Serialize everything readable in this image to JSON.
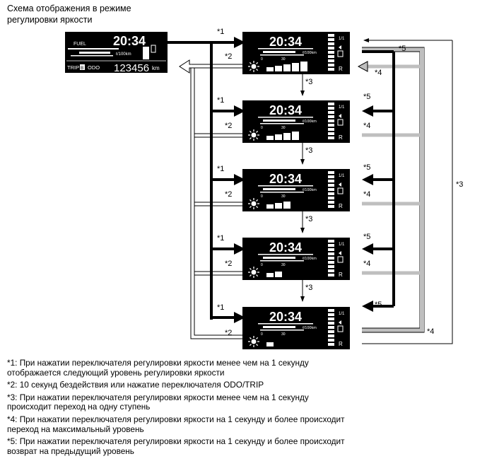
{
  "title": {
    "line1": "Схема отображения в режиме",
    "line2": "регулировки яркости"
  },
  "display": {
    "clock": "20:34",
    "fuel_label": "FUEL",
    "consumption_unit": "ℓ/100km",
    "scale_zero": "0",
    "scale_mid": "30",
    "trip_label": "TRIP",
    "trip_mode": "B",
    "odo_label": "ODO",
    "odometer": "123456",
    "odo_unit": "km",
    "gear_top": "1/1",
    "gear_letter": "R"
  },
  "marks": {
    "m1": "*1",
    "m2": "*2",
    "m3": "*3",
    "m4": "*4",
    "m5": "*5"
  },
  "brightness_levels": [
    5,
    4,
    3,
    2,
    1
  ],
  "notes": [
    {
      "line1": "*1: При нажатии переключателя регулировки яркости менее чем на 1 секунду",
      "line2": "отображается следующий уровень регулировки яркости"
    },
    {
      "line1": "*2: 10 секунд бездействия или нажатие переключателя ODO/TRIP",
      "line2": ""
    },
    {
      "line1": "*3: При нажатии переключателя регулировки яркости менее чем на 1 секунду",
      "line2": "происходит переход на одну ступень"
    },
    {
      "line1": "*4: При нажатии переключателя регулировки яркости на 1 секунду и более происходит",
      "line2": "переход на максимальный уровень"
    },
    {
      "line1": "*5: При нажатии переключателя регулировки яркости на 1 секунду и более происходит",
      "line2": "возврат на предыдущий уровень"
    }
  ]
}
